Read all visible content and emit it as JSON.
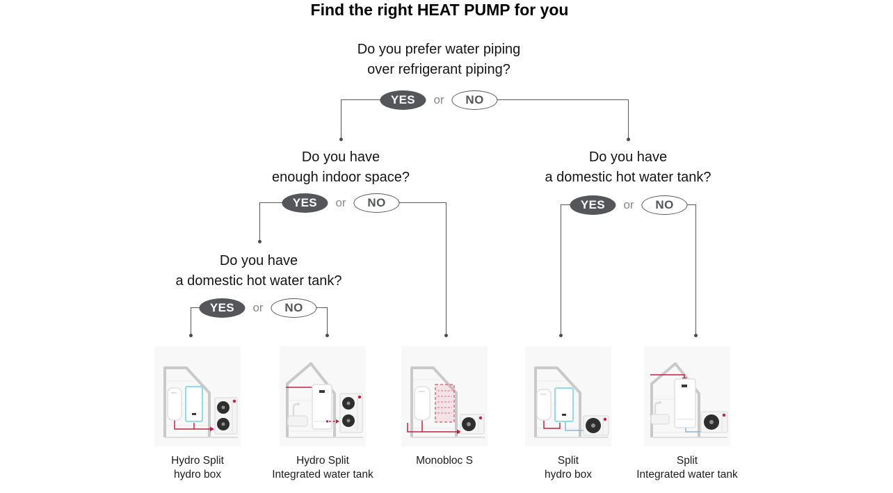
{
  "title": "Find the right HEAT PUMP for you",
  "colors": {
    "accent_gray": "#55565A",
    "pipe_red": "#C22042",
    "hydro_box_cyan": "#8FDDE9",
    "pipe_blue": "#8AB6D8"
  },
  "tree": {
    "root": {
      "question": [
        "Do you prefer water piping",
        "over refrigerant piping?"
      ],
      "yes": "YES",
      "or": "or",
      "no": "NO"
    },
    "indoor_space": {
      "question": [
        "Do you have",
        "enough indoor space?"
      ],
      "yes": "YES",
      "or": "or",
      "no": "NO"
    },
    "tank_left": {
      "question": [
        "Do you have",
        "a domestic hot water tank?"
      ],
      "yes": "YES",
      "or": "or",
      "no": "NO"
    },
    "tank_right": {
      "question": [
        "Do you have",
        "a domestic hot water tank?"
      ],
      "yes": "YES",
      "or": "or",
      "no": "NO"
    }
  },
  "products": [
    {
      "label": [
        "Hydro Split",
        "hydro box"
      ],
      "icon": "hydro-split-hydro-box-illustration"
    },
    {
      "label": [
        "Hydro Split",
        "Integrated water tank"
      ],
      "icon": "hydro-split-integrated-water-tank-illustration"
    },
    {
      "label": [
        "Monobloc S"
      ],
      "icon": "monobloc-s-illustration"
    },
    {
      "label": [
        "Split",
        "hydro box"
      ],
      "icon": "split-hydro-box-illustration"
    },
    {
      "label": [
        "Split",
        "Integrated water tank"
      ],
      "icon": "split-integrated-water-tank-illustration"
    }
  ]
}
